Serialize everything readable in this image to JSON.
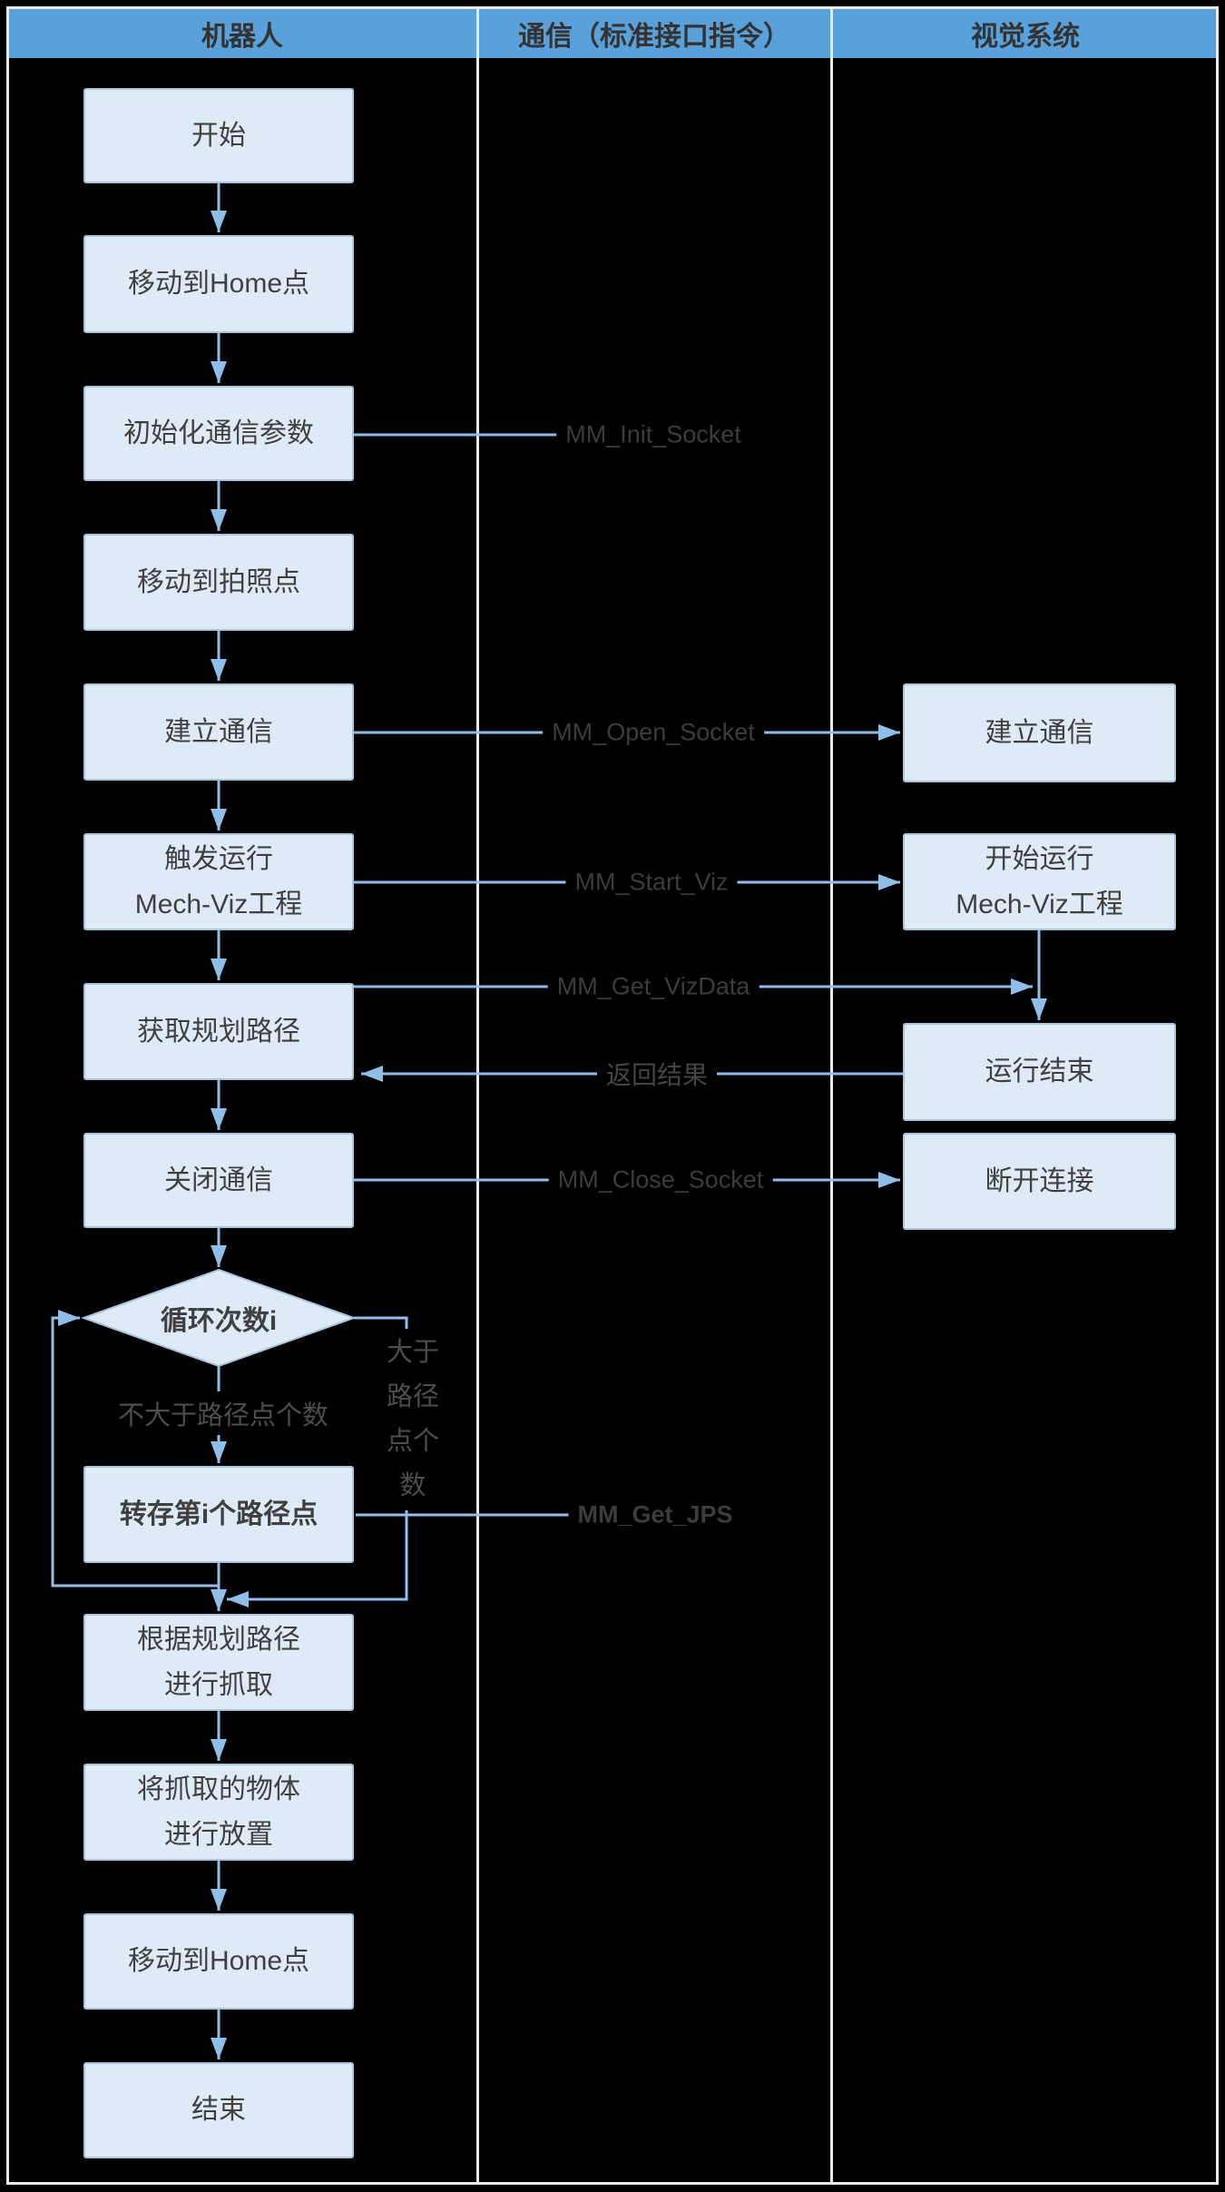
{
  "header": {
    "lane_robot": "机器人",
    "lane_comm": "通信（标准接口指令）",
    "lane_vision": "视觉系统"
  },
  "nodes": {
    "start": "开始",
    "move_home_1": "移动到Home点",
    "init_params": "初始化通信参数",
    "move_capture": "移动到拍照点",
    "open_comm": "建立通信",
    "trigger_viz": "触发运行\nMech-Viz工程",
    "get_path": "获取规划路径",
    "close_comm": "关闭通信",
    "loop_check": "循环次数i",
    "store_point": "转存第i个路径点",
    "grasp": "根据规划路径\n进行抓取",
    "place": "将抓取的物体\n进行放置",
    "move_home_2": "移动到Home点",
    "end": "结束",
    "v_open_comm": "建立通信",
    "v_start_viz": "开始运行\nMech-Viz工程",
    "v_run_end": "运行结束",
    "v_disconnect": "断开连接"
  },
  "connector_labels": {
    "mm_init_socket": "MM_Init_Socket",
    "mm_open_socket": "MM_Open_Socket",
    "mm_start_viz": "MM_Start_Viz",
    "mm_get_vizdata": "MM_Get_VizData",
    "return_result": "返回结果",
    "mm_close_socket": "MM_Close_Socket",
    "mm_get_jps": "MM_Get_JPS"
  },
  "branch_labels": {
    "not_greater": "不大于路径点个数",
    "greater": "大于路径点个数"
  },
  "colors": {
    "background": "#000000",
    "frame": "#E9E9E9",
    "header_bg": "#58A1DB",
    "header_text": "#333333",
    "node_fill": "#DEEBF7",
    "node_border": "#A9C4DD",
    "node_text": "#404040",
    "connector": "#8FBEE8",
    "command_text": "#3C3C3C",
    "branch_text": "#4D4D4D"
  }
}
